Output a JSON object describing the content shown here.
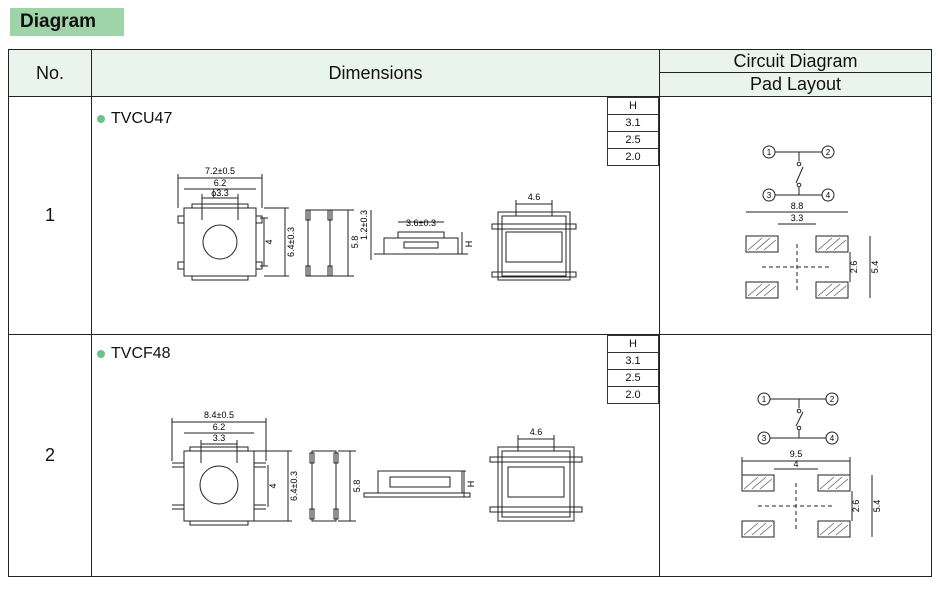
{
  "section_title": "Diagram",
  "headers": {
    "no": "No.",
    "dimensions": "Dimensions",
    "circuit": "Circuit Diagram",
    "pad": "Pad Layout"
  },
  "rows": [
    {
      "no": "1",
      "model": "TVCU47",
      "h_table": [
        "H",
        "3.1",
        "2.5",
        "2.0"
      ],
      "top": {
        "w_outer": "7.2±0.5",
        "w_mid": "6.2",
        "w_inner": "ϕ3.3",
        "h_inner": "4",
        "h_outer": "6.4±0.3"
      },
      "side": {
        "h": "5.8"
      },
      "profile": {
        "w": "3.6±0.3",
        "h_small": "1.2±0.3",
        "h": "H"
      },
      "front": {
        "w": "4.6"
      },
      "circuit": {
        "p1": "1",
        "p2": "2",
        "p3": "3",
        "p4": "4"
      },
      "pad": {
        "w_outer": "8.8",
        "w_inner": "3.3",
        "h_inner": "2.6",
        "h_outer": "5.4"
      }
    },
    {
      "no": "2",
      "model": "TVCF48",
      "h_table": [
        "H",
        "3.1",
        "2.5",
        "2.0"
      ],
      "top": {
        "w_outer": "8.4±0.5",
        "w_mid": "6.2",
        "w_inner": "3.3",
        "h_inner": "4",
        "h_outer": "6.4±0.3"
      },
      "side": {
        "h": "5.8"
      },
      "profile": {
        "h": "H"
      },
      "front": {
        "w": "4.6"
      },
      "circuit": {
        "p1": "1",
        "p2": "2",
        "p3": "3",
        "p4": "4"
      },
      "pad": {
        "w_outer": "9.5",
        "w_inner": "4",
        "h_inner": "2.6",
        "h_outer": "5.4"
      }
    }
  ]
}
